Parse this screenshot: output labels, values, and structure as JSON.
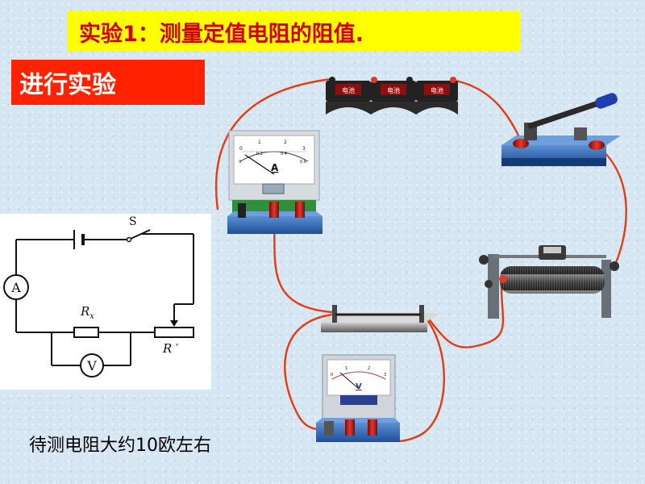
{
  "title": "实验1：测量定值电阻的阻值.",
  "section_label": "进行实验",
  "note": "待测电阻大约10欧左右",
  "schematic": {
    "switch_label": "S",
    "rx_label": "R",
    "rx_subscript": "x",
    "rprime_label": "R ′",
    "ammeter_symbol": "A",
    "voltmeter_symbol": "V"
  },
  "ammeter": {
    "unit": "A",
    "scale_top": [
      "0",
      "1",
      "2",
      "3"
    ],
    "scale_bottom": [
      "0",
      "0.2",
      "0.4",
      "0.6"
    ]
  },
  "voltmeter": {
    "unit": "V",
    "scale": [
      "0",
      "1",
      "2",
      "3"
    ]
  },
  "battery_label": "电池",
  "colors": {
    "title_bg": "#ffff00",
    "title_text": "#d40000",
    "section_bg": "#ff2200",
    "section_text": "#ffffff",
    "wire": "#e83a10"
  }
}
